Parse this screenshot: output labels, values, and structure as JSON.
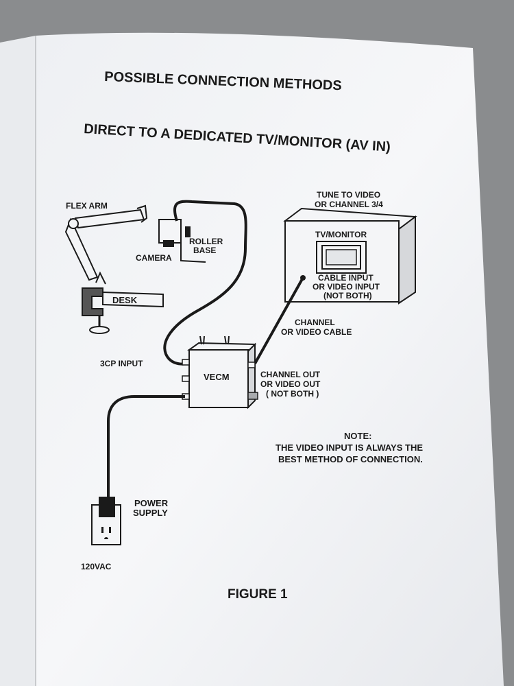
{
  "page": {
    "heading": "POSSIBLE CONNECTION METHODS",
    "subheading": "DIRECT TO A DEDICATED TV/MONITOR (AV IN)",
    "figure_caption": "FIGURE 1"
  },
  "labels": {
    "flex_arm": "FLEX ARM",
    "roller_base_line1": "ROLLER",
    "roller_base_line2": "BASE",
    "camera": "CAMERA",
    "desk": "DESK",
    "tune_line1": "TUNE TO VIDEO",
    "tune_line2": "OR CHANNEL 3/4",
    "tv_monitor": "TV/MONITOR",
    "tv_input_line1": "CABLE INPUT",
    "tv_input_line2": "OR VIDEO INPUT",
    "tv_input_line3": "(NOT BOTH)",
    "cable_line1": "CHANNEL",
    "cable_line2": "OR VIDEO CABLE",
    "input_3cp": "3CP INPUT",
    "vecm": "VECM",
    "out_line1": "CHANNEL OUT",
    "out_line2": "OR VIDEO OUT",
    "out_line3": "( NOT BOTH )",
    "note_title": "NOTE:",
    "note_line1": "THE VIDEO INPUT IS ALWAYS THE",
    "note_line2": "BEST METHOD OF CONNECTION.",
    "power_line1": "POWER",
    "power_line2": "SUPPLY",
    "voltage": "120VAC"
  },
  "colors": {
    "paper": "#f4f5f7",
    "ink": "#1a1a1a",
    "background": "#8a8c8e"
  }
}
